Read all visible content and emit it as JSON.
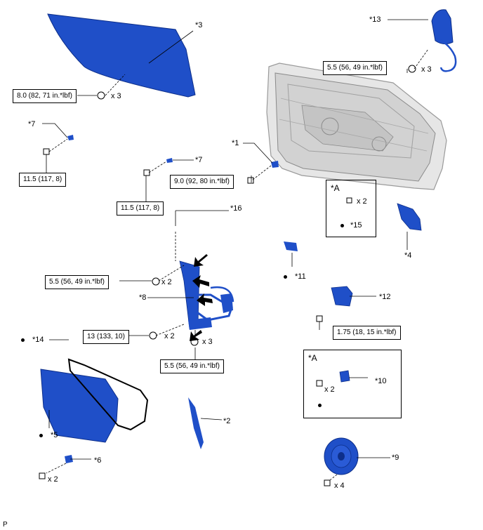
{
  "colors": {
    "part_fill": "#1f4fc8",
    "part_dark": "#0d2f8a",
    "part_light": "#4c78e0",
    "line": "#000000",
    "door_shell": "#e4e4e4"
  },
  "callouts": {
    "c1": "*1",
    "c2": "*2",
    "c3": "*3",
    "c4": "*4",
    "c5": "*5",
    "c6": "*6",
    "c7a": "*7",
    "c7b": "*7",
    "c8": "*8",
    "c9": "*9",
    "c10": "*10",
    "c11": "*11",
    "c12": "*12",
    "c13": "*13",
    "c14": "*14",
    "c15": "*15",
    "c16": "*16"
  },
  "torques": {
    "t_glass": "8.0 (82, 71 in.*lbf)",
    "t_mirror": "5.5 (56, 49 in.*lbf)",
    "t_7a": "11.5 (117, 8)",
    "t_7b": "11.5 (117, 8)",
    "t_door": "9.0 (92, 80 in.*lbf)",
    "t_reg_upper": "5.5 (56, 49 in.*lbf)",
    "t_reg_mid": "13 (133, 10)",
    "t_reg_low": "5.5 (56, 49 in.*lbf)",
    "t_12": "1.75 (18, 15 in.*lbf)"
  },
  "quantities": {
    "q_glass": "x 3",
    "q_mirror": "x 3",
    "q_a1": "x 2",
    "q_reg_upper": "x 2",
    "q_reg_mid": "x 2",
    "q_reg_low": "x 3",
    "q_a2": "x 2",
    "q_6": "x 2",
    "q_9": "x 4"
  },
  "frames": {
    "frame_a1": "*A",
    "frame_a2": "*A"
  },
  "footer": {
    "code": "P"
  }
}
